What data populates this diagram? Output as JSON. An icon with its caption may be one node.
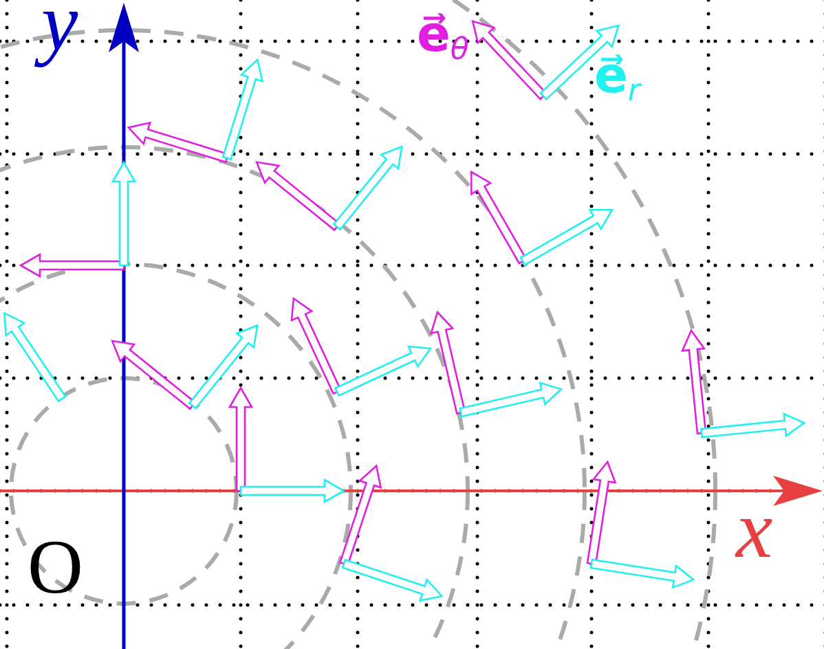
{
  "diagram": {
    "labels": [
      "y",
      "x",
      "O"
    ],
    "legend": [
      {
        "text": "**e⃗**$_{θ}$",
        "color": "#e020e0"
      },
      {
        "text": "**e⃗**$_{r}$",
        "color": "#20f0f0"
      }
    ]
  }
}
